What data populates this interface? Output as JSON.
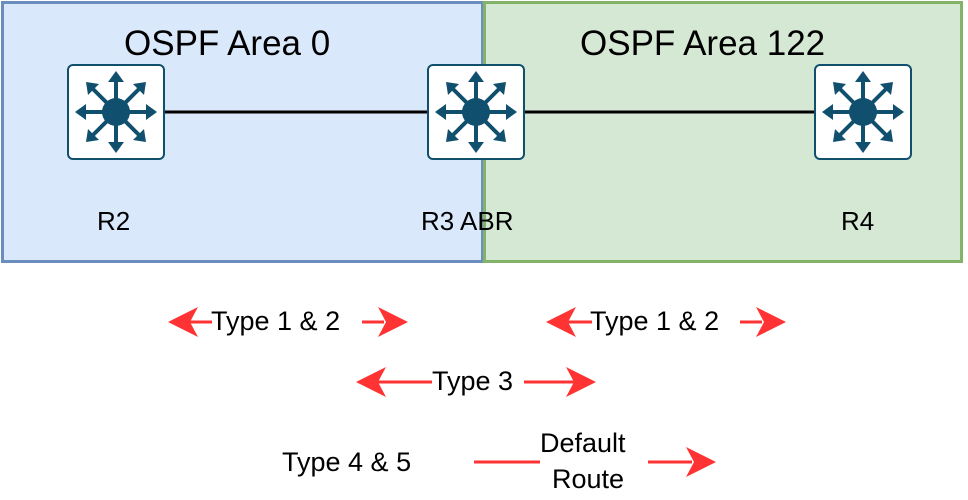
{
  "areas": [
    {
      "title": "OSPF Area 0",
      "fill": "#dae8fc",
      "stroke": "#6c8ebf"
    },
    {
      "title": "OSPF Area 122",
      "fill": "#d5e8d4",
      "stroke": "#82b366"
    }
  ],
  "routers": [
    {
      "label": "R2",
      "icon": "router-icon"
    },
    {
      "label": "R3 ABR",
      "icon": "router-icon"
    },
    {
      "label": "R4",
      "icon": "router-icon"
    }
  ],
  "lsa": {
    "area0_type12": "Type 1 & 2",
    "area122_type12": "Type 1 & 2",
    "type3": "Type 3",
    "type45": "Type 4 & 5",
    "default_route_line1": "Default",
    "default_route_line2": "Route"
  },
  "colors": {
    "arrow": "#ff3333",
    "router_fill": "#10506e",
    "link": "#000000"
  }
}
